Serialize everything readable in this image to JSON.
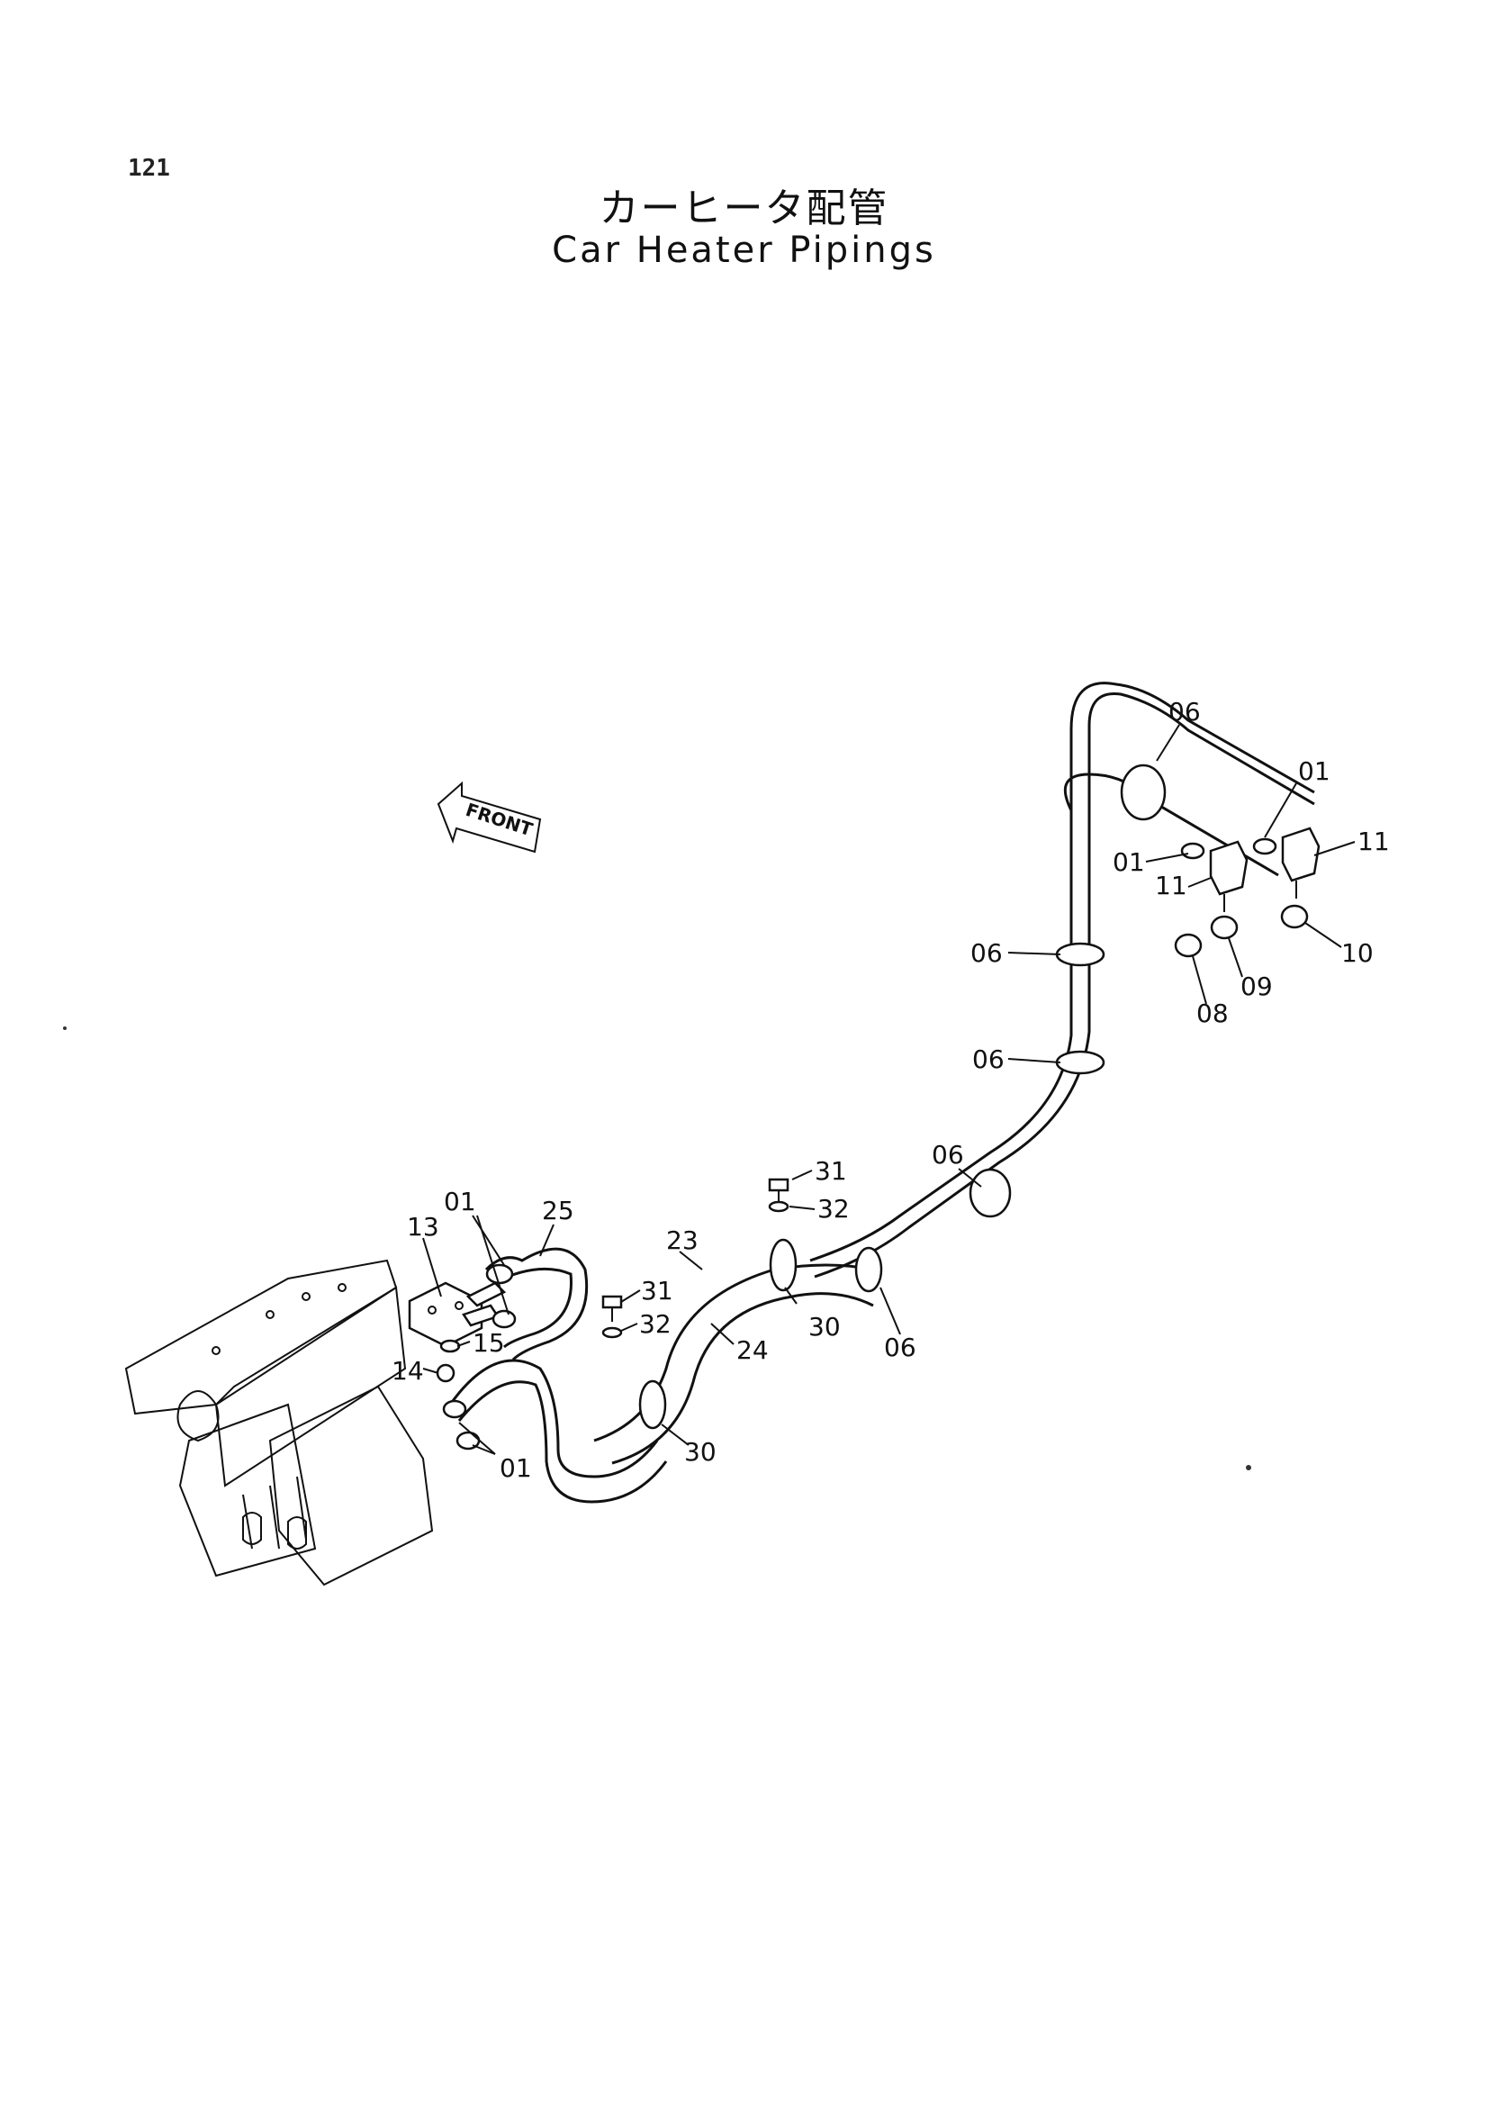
{
  "page_number": "121",
  "title_jp": "カーヒータ配管",
  "title_en": "Car Heater Pipings",
  "front_marker": "FRONT",
  "callouts": [
    {
      "id": "c-06-top",
      "text": "06"
    },
    {
      "id": "c-01-top-right",
      "text": "01"
    },
    {
      "id": "c-11-right",
      "text": "11"
    },
    {
      "id": "c-01-mid",
      "text": "01"
    },
    {
      "id": "c-11-mid",
      "text": "11"
    },
    {
      "id": "c-06-upper",
      "text": "06"
    },
    {
      "id": "c-10",
      "text": "10"
    },
    {
      "id": "c-09",
      "text": "09"
    },
    {
      "id": "c-08",
      "text": "08"
    },
    {
      "id": "c-06-middle",
      "text": "06"
    },
    {
      "id": "c-06-bend",
      "text": "06"
    },
    {
      "id": "c-31-upper",
      "text": "31"
    },
    {
      "id": "c-32-upper",
      "text": "32"
    },
    {
      "id": "c-01-left-top",
      "text": "01"
    },
    {
      "id": "c-25",
      "text": "25"
    },
    {
      "id": "c-13",
      "text": "13"
    },
    {
      "id": "c-23",
      "text": "23"
    },
    {
      "id": "c-31-lower",
      "text": "31"
    },
    {
      "id": "c-32-lower",
      "text": "32"
    },
    {
      "id": "c-30-upper",
      "text": "30"
    },
    {
      "id": "c-24",
      "text": "24"
    },
    {
      "id": "c-06-lower",
      "text": "06"
    },
    {
      "id": "c-15",
      "text": "15"
    },
    {
      "id": "c-14",
      "text": "14"
    },
    {
      "id": "c-01-left-bottom",
      "text": "01"
    },
    {
      "id": "c-30-lower",
      "text": "30"
    }
  ]
}
